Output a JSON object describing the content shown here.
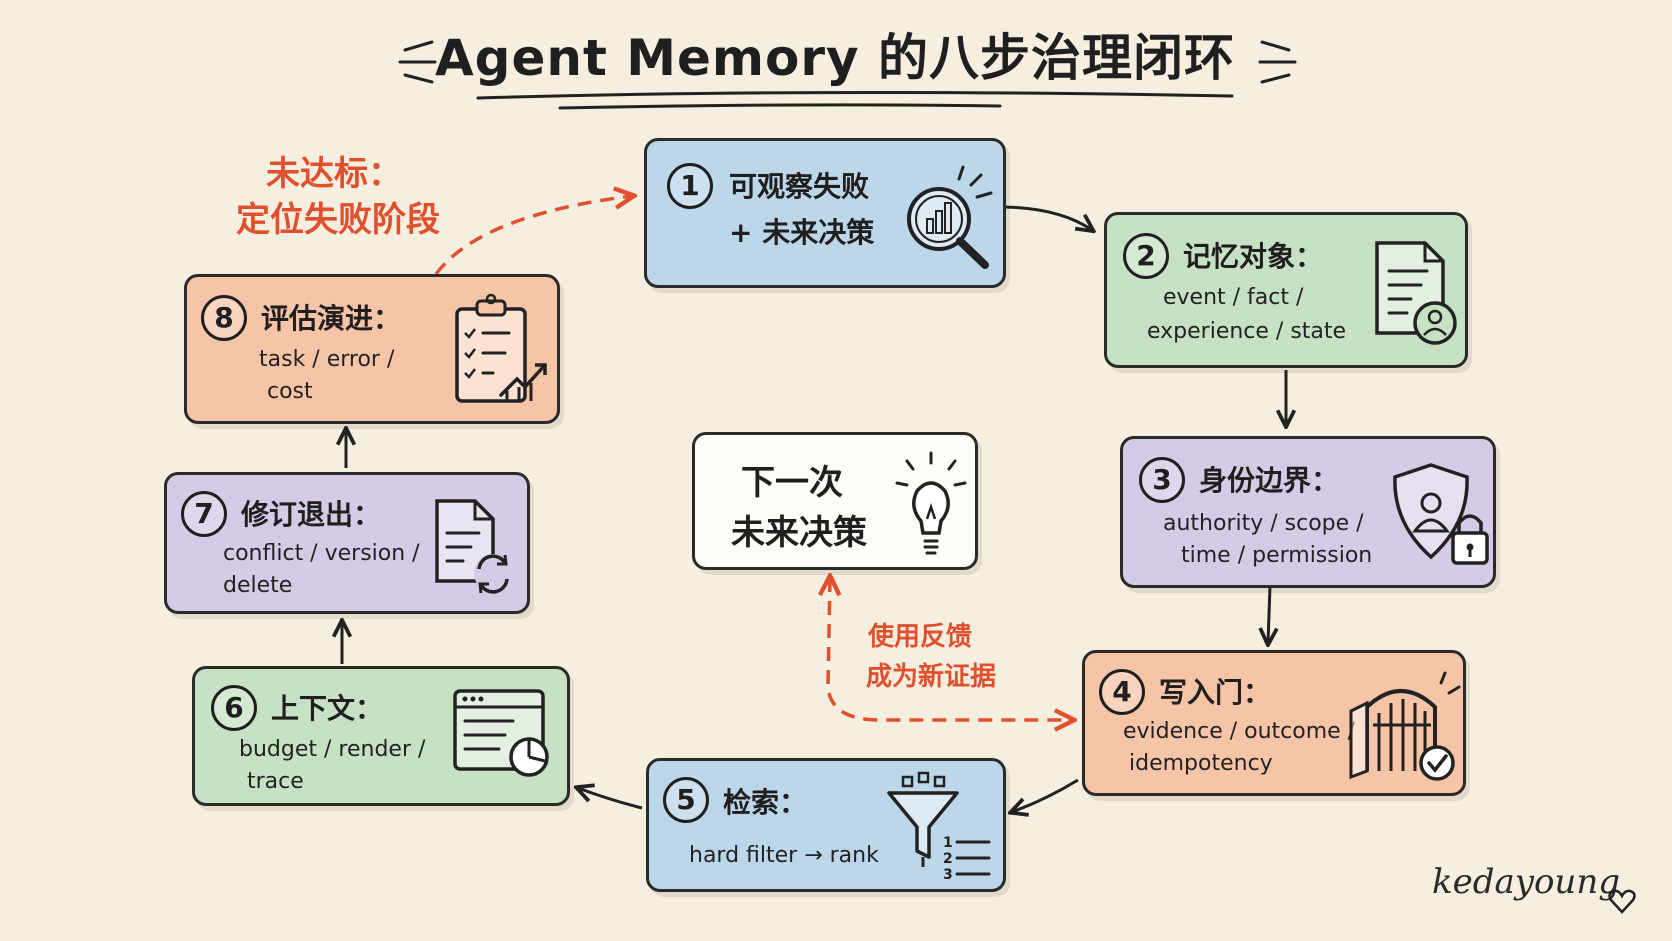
{
  "title": "Agent Memory 的八步治理闭环",
  "steps": [
    {
      "num": "1",
      "line1": "可观察失败",
      "line2": "+ 未来决策"
    },
    {
      "num": "2",
      "head": "记忆对象：",
      "line1": "event / fact /",
      "line2": "experience / state"
    },
    {
      "num": "3",
      "head": "身份边界：",
      "line1": "authority / scope /",
      "line2": "time / permission"
    },
    {
      "num": "4",
      "head": "写入门：",
      "line1": "evidence / outcome /",
      "line2": "idempotency"
    },
    {
      "num": "5",
      "head": "检索：",
      "line1": "hard filter → rank"
    },
    {
      "num": "6",
      "head": "上下文：",
      "line1": "budget / render /",
      "line2": "trace"
    },
    {
      "num": "7",
      "head": "修订退出：",
      "line1": "conflict / version /",
      "line2": "delete"
    },
    {
      "num": "8",
      "head": "评估演进：",
      "line1": "task / error /",
      "line2": "cost"
    }
  ],
  "center": {
    "line1": "下一次",
    "line2": "未来决策"
  },
  "notes": {
    "fail_line1": "未达标：",
    "fail_line2": "定位失败阶段",
    "feedback_line1": "使用反馈",
    "feedback_line2": "成为新证据"
  },
  "ranking_digits": [
    "1",
    "2",
    "3"
  ],
  "signature": "kedayoung",
  "colors": {
    "blue": "#bcd6ea",
    "green": "#c6e1c3",
    "purple": "#d5cbe6",
    "orange": "#f6c4a7",
    "accent": "#e0502e"
  },
  "icons": [
    "magnifier-chart-icon",
    "document-user-icon",
    "shield-lock-icon",
    "gate-check-icon",
    "funnel-ranking-icon",
    "window-chart-icon",
    "document-refresh-icon",
    "clipboard-trend-icon",
    "lightbulb-icon",
    "heart-icon"
  ]
}
